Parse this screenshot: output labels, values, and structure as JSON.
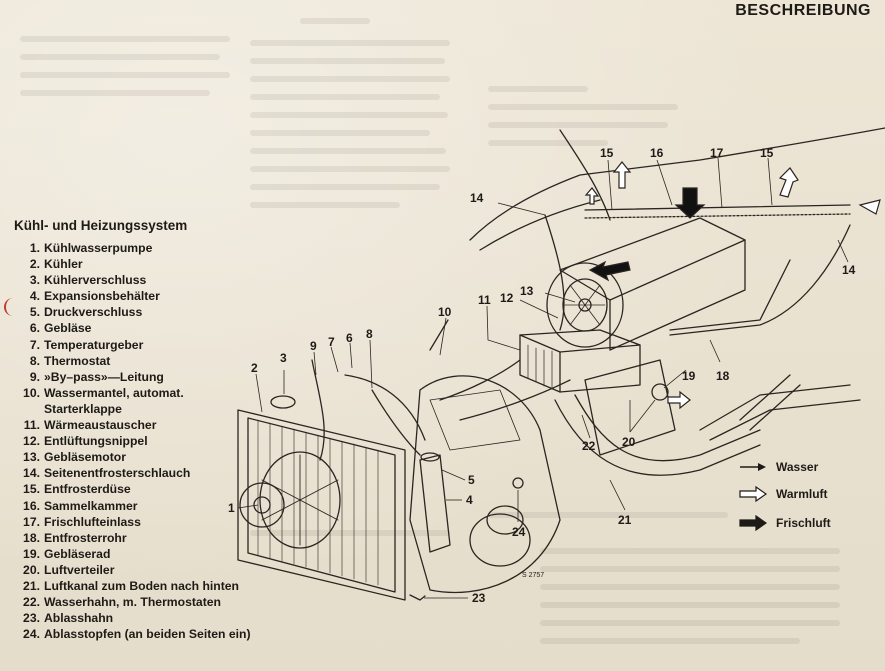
{
  "header": {
    "title": "BESCHREIBUNG"
  },
  "legend": {
    "title": "Kühl- und Heizungssystem",
    "items": [
      {
        "num": "1.",
        "label": "Kühlwasserpumpe"
      },
      {
        "num": "2.",
        "label": "Kühler"
      },
      {
        "num": "3.",
        "label": "Kühlerverschluss"
      },
      {
        "num": "4.",
        "label": "Expansionsbehälter"
      },
      {
        "num": "5.",
        "label": "Druckverschluss"
      },
      {
        "num": "6.",
        "label": "Gebläse"
      },
      {
        "num": "7.",
        "label": "Temperaturgeber"
      },
      {
        "num": "8.",
        "label": "Thermostat"
      },
      {
        "num": "9.",
        "label": "»By–pass»—Leitung"
      },
      {
        "num": "10.",
        "label": "Wassermantel, automat."
      },
      {
        "num": "",
        "label": "Starterklappe"
      },
      {
        "num": "11.",
        "label": "Wärmeaustauscher"
      },
      {
        "num": "12.",
        "label": "Entlüftungsnippel"
      },
      {
        "num": "13.",
        "label": "Gebläsemotor"
      },
      {
        "num": "14.",
        "label": "Seitenentfrosterschlauch"
      },
      {
        "num": "15.",
        "label": "Entfrosterdüse"
      },
      {
        "num": "16.",
        "label": "Sammelkammer"
      },
      {
        "num": "17.",
        "label": "Frischlufteinlass"
      },
      {
        "num": "18.",
        "label": "Entfrosterrohr"
      },
      {
        "num": "19.",
        "label": "Gebläserad"
      },
      {
        "num": "20.",
        "label": "Luftverteiler"
      },
      {
        "num": "21.",
        "label": "Luftkanal zum Boden nach hinten"
      },
      {
        "num": "22.",
        "label": "Wasserhahn, m. Thermostaten"
      },
      {
        "num": "23.",
        "label": "Ablasshahn"
      },
      {
        "num": "24.",
        "label": "Ablasstopfen (an beiden Seiten ein)"
      }
    ]
  },
  "diagram": {
    "callouts": [
      "1",
      "2",
      "3",
      "4",
      "5",
      "6",
      "7",
      "8",
      "9",
      "10",
      "11",
      "12",
      "13",
      "14",
      "14",
      "15",
      "15",
      "16",
      "17",
      "18",
      "19",
      "20",
      "21",
      "22",
      "23",
      "24"
    ],
    "figure_code": "S 2757"
  },
  "key": {
    "items": [
      {
        "label": "Wasser",
        "symbol": "thin-arrow"
      },
      {
        "label": "Warmluft",
        "symbol": "hollow-arrow"
      },
      {
        "label": "Frischluft",
        "symbol": "solid-arrow"
      }
    ]
  }
}
